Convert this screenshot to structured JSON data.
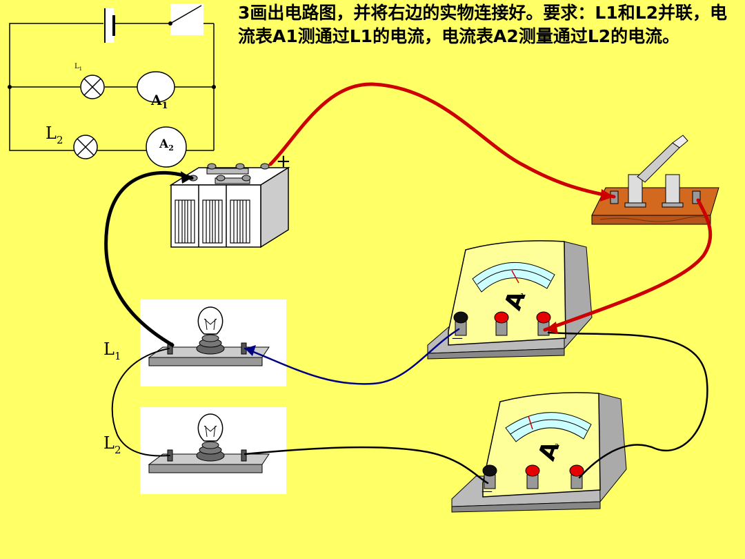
{
  "question": {
    "text": "3画出电路图，并将右边的实物连接好。要求：L1和L2并联，电流表A1测通过L1的电流，电流表A2测量通过L2的电流。"
  },
  "schematic": {
    "lamp1_label": "L",
    "lamp1_sub": "1",
    "meter1_label": "A",
    "meter1_sub": "1",
    "lamp2_label": "L",
    "lamp2_sub": "2",
    "meter2_label": "A",
    "meter2_sub": "2"
  },
  "apparatus": {
    "battery_plus": "+",
    "bulb1_label": "L",
    "bulb1_sub": "1",
    "bulb2_label": "L",
    "bulb2_sub": "2",
    "ammeter1_letter": "A",
    "ammeter1_sub": "1",
    "ammeter2_letter": "A",
    "ammeter2_sub": "2",
    "minus_sign": "—"
  },
  "colors": {
    "background": "#FFFF66",
    "wire_red": "#CC0000",
    "wire_blue": "#000080",
    "wire_black": "#000000",
    "terminal_red": "#E60000",
    "switch_base": "#D2691E"
  }
}
